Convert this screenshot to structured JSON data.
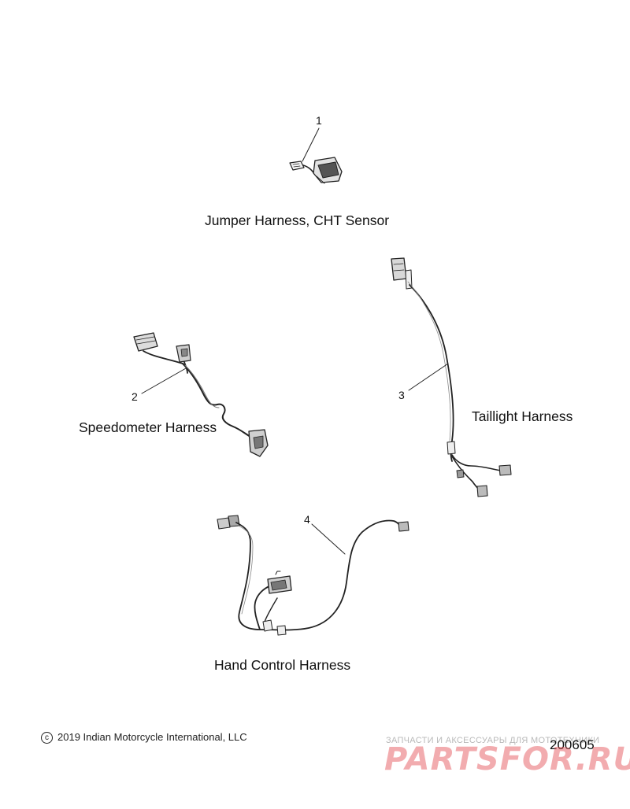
{
  "parts": [
    {
      "callout": "1",
      "name": "Jumper Harness, CHT Sensor"
    },
    {
      "callout": "2",
      "name": "Speedometer Harness"
    },
    {
      "callout": "3",
      "name": "Taillight Harness"
    },
    {
      "callout": "4",
      "name": "Hand Control Harness"
    }
  ],
  "copyright": "2019 Indian Motorcycle International, LLC",
  "figure_number": "200605",
  "watermark": {
    "caption": "ЗАПЧАСТИ И АКСЕССУАРЫ ДЛЯ МОТОТЕХНИКИ",
    "logo": "PARTSFOR.RU"
  }
}
